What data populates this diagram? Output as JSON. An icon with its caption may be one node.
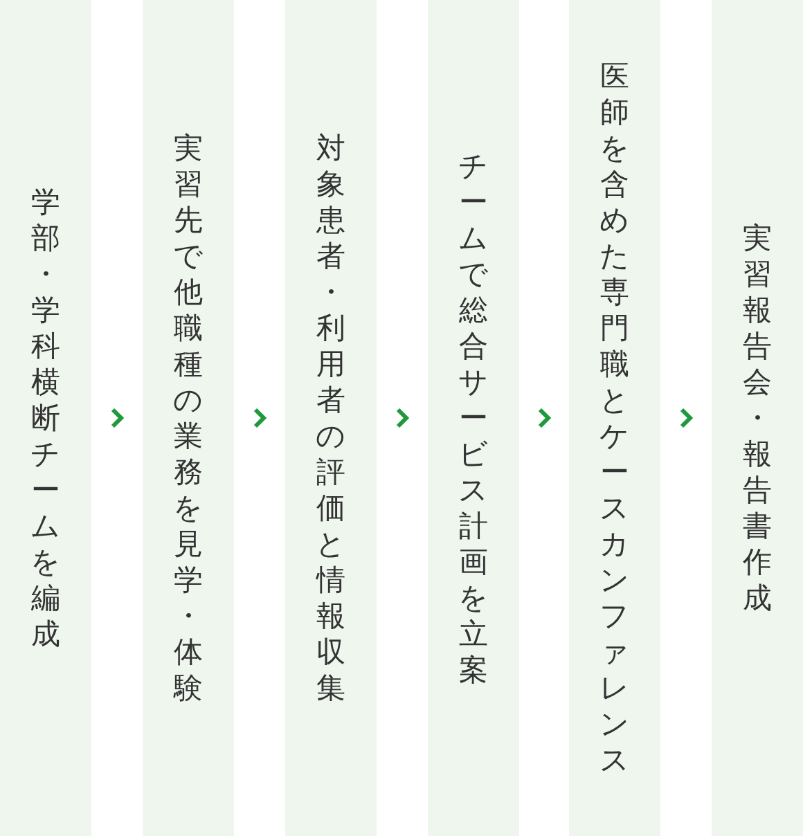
{
  "diagram": {
    "nodes": [
      {
        "text": [
          "学部・学科横断チームを編成"
        ]
      },
      {
        "text": [
          "実習先で他職種の業務を見学・体験"
        ]
      },
      {
        "text": [
          "対象患者・利用者の評価と情報収集"
        ]
      },
      {
        "text": [
          "チームで総合サービス計画を立案"
        ]
      },
      {
        "text": [
          "医師を含めた専門職とケースカンファレンス"
        ]
      },
      {
        "text": [
          "実習報告会・報告書作成"
        ]
      }
    ],
    "edges": [
      {
        "from": 0,
        "to": 1,
        "arrow": "to"
      },
      {
        "from": 1,
        "to": 2,
        "arrow": "to"
      },
      {
        "from": 2,
        "to": 3,
        "arrow": "to"
      },
      {
        "from": 3,
        "to": 4,
        "arrow": "to"
      },
      {
        "from": 4,
        "to": 5,
        "arrow": "to"
      }
    ]
  }
}
